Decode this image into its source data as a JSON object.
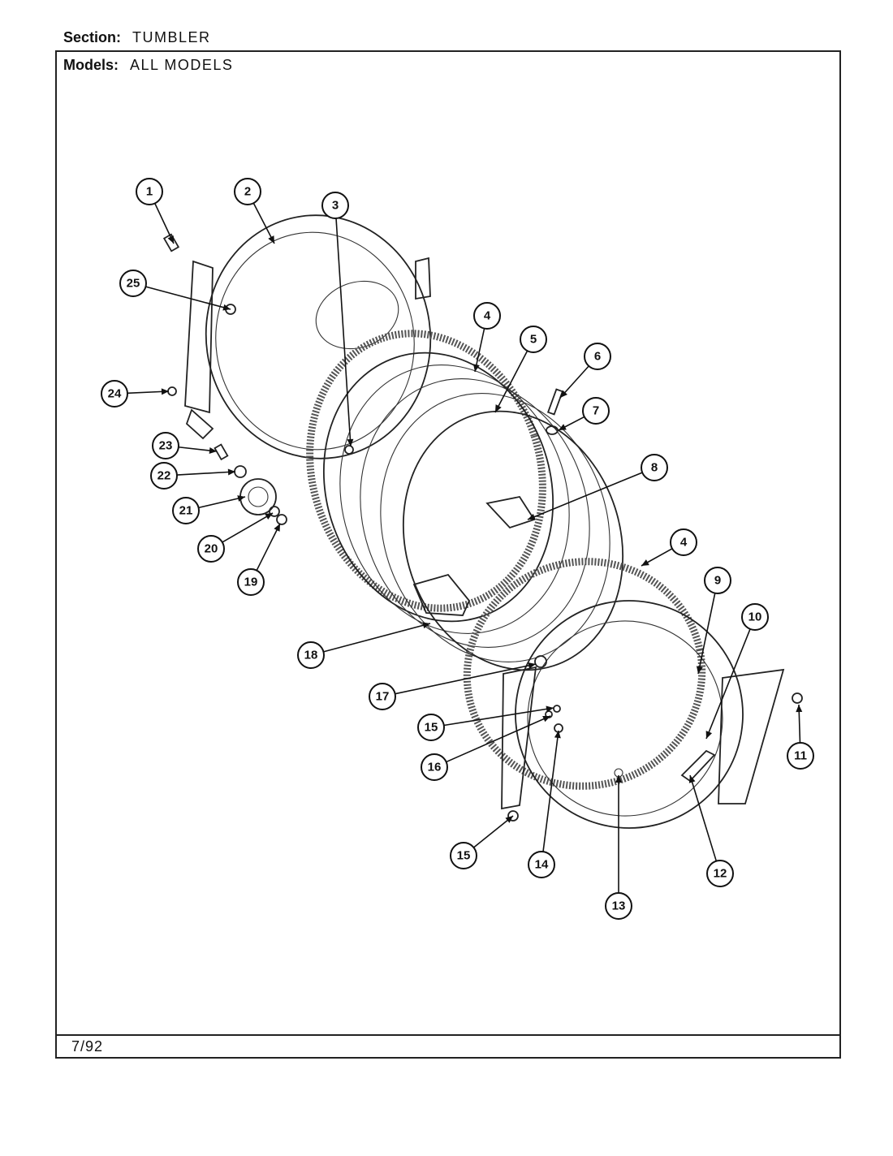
{
  "header": {
    "section_label": "Section:",
    "section_value": "TUMBLER",
    "models_label": "Models:",
    "models_value": "ALL MODELS"
  },
  "footer": {
    "date": "7/92"
  },
  "callouts": [
    {
      "id": "c1",
      "label": "1"
    },
    {
      "id": "c2",
      "label": "2"
    },
    {
      "id": "c3",
      "label": "3"
    },
    {
      "id": "c4a",
      "label": "4"
    },
    {
      "id": "c5",
      "label": "5"
    },
    {
      "id": "c6",
      "label": "6"
    },
    {
      "id": "c7",
      "label": "7"
    },
    {
      "id": "c8",
      "label": "8"
    },
    {
      "id": "c4b",
      "label": "4"
    },
    {
      "id": "c9",
      "label": "9"
    },
    {
      "id": "c10",
      "label": "10"
    },
    {
      "id": "c11",
      "label": "11"
    },
    {
      "id": "c12",
      "label": "12"
    },
    {
      "id": "c13",
      "label": "13"
    },
    {
      "id": "c14",
      "label": "14"
    },
    {
      "id": "c15a",
      "label": "15"
    },
    {
      "id": "c15b",
      "label": "15"
    },
    {
      "id": "c16",
      "label": "16"
    },
    {
      "id": "c17",
      "label": "17"
    },
    {
      "id": "c18",
      "label": "18"
    },
    {
      "id": "c19",
      "label": "19"
    },
    {
      "id": "c20",
      "label": "20"
    },
    {
      "id": "c21",
      "label": "21"
    },
    {
      "id": "c22",
      "label": "22"
    },
    {
      "id": "c23",
      "label": "23"
    },
    {
      "id": "c24",
      "label": "24"
    },
    {
      "id": "c25",
      "label": "25"
    }
  ]
}
